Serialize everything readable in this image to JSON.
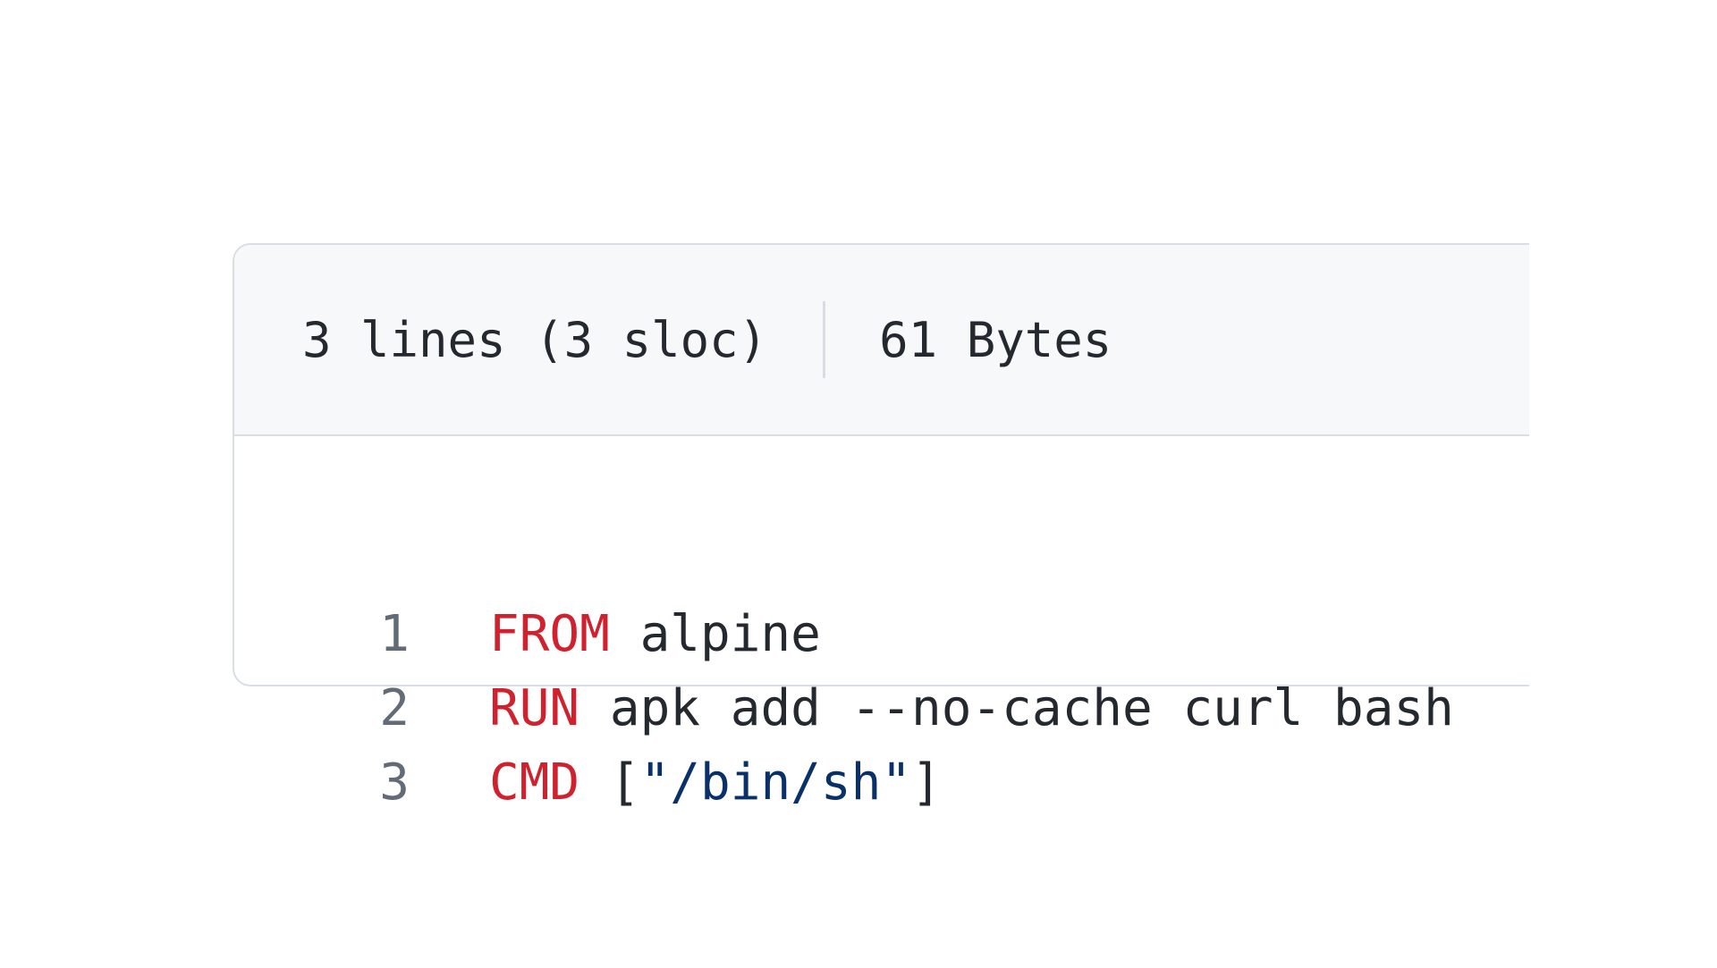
{
  "file_info": {
    "lines": "3 lines (3 sloc)",
    "size": "61 Bytes"
  },
  "code": {
    "language": "dockerfile",
    "lines": [
      {
        "number": "1",
        "tokens": [
          {
            "type": "keyword",
            "text": "FROM"
          },
          {
            "type": "plain",
            "text": " alpine"
          }
        ]
      },
      {
        "number": "2",
        "tokens": [
          {
            "type": "keyword",
            "text": "RUN"
          },
          {
            "type": "plain",
            "text": " apk add --no-cache curl bash"
          }
        ]
      },
      {
        "number": "3",
        "tokens": [
          {
            "type": "keyword",
            "text": "CMD"
          },
          {
            "type": "plain",
            "text": " ["
          },
          {
            "type": "string",
            "text": "\"/bin/sh\""
          },
          {
            "type": "plain",
            "text": "]"
          }
        ]
      }
    ]
  },
  "colors": {
    "card_border": "#d8dee4",
    "header_background": "#f6f8fa",
    "text": "#24292f",
    "line_number": "#636c76",
    "keyword": "#cf222e",
    "string": "#0a3069"
  }
}
